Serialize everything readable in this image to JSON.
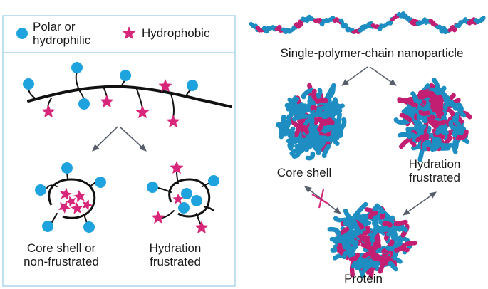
{
  "colors": {
    "polar": "#1fa3de",
    "hydrophobic": "#d8267a",
    "panel_border": "#aad6ec",
    "chain": "#111111",
    "arrow": "#555e6a",
    "polymer_blue": "#1e8ec2",
    "polymer_magenta": "#c21f72",
    "cross": "#d8267a"
  },
  "legend": {
    "polar_icon": "blue-circle",
    "polar_label_line1": "Polar or",
    "polar_label_line2": "hydrophilic",
    "hydrophobic_icon": "magenta-star",
    "hydrophobic_label": "Hydrophobic"
  },
  "left_panel": {
    "core_shell_line1": "Core shell or",
    "core_shell_line2": "non-frustrated",
    "hydration_line1": "Hydration",
    "hydration_line2": "frustrated"
  },
  "right_panel": {
    "top_label": "Single-polymer-chain nanoparticle",
    "core_shell_label": "Core shell",
    "hydration_line1": "Hydration",
    "hydration_line2": "frustrated",
    "protein_label": "Protein"
  }
}
